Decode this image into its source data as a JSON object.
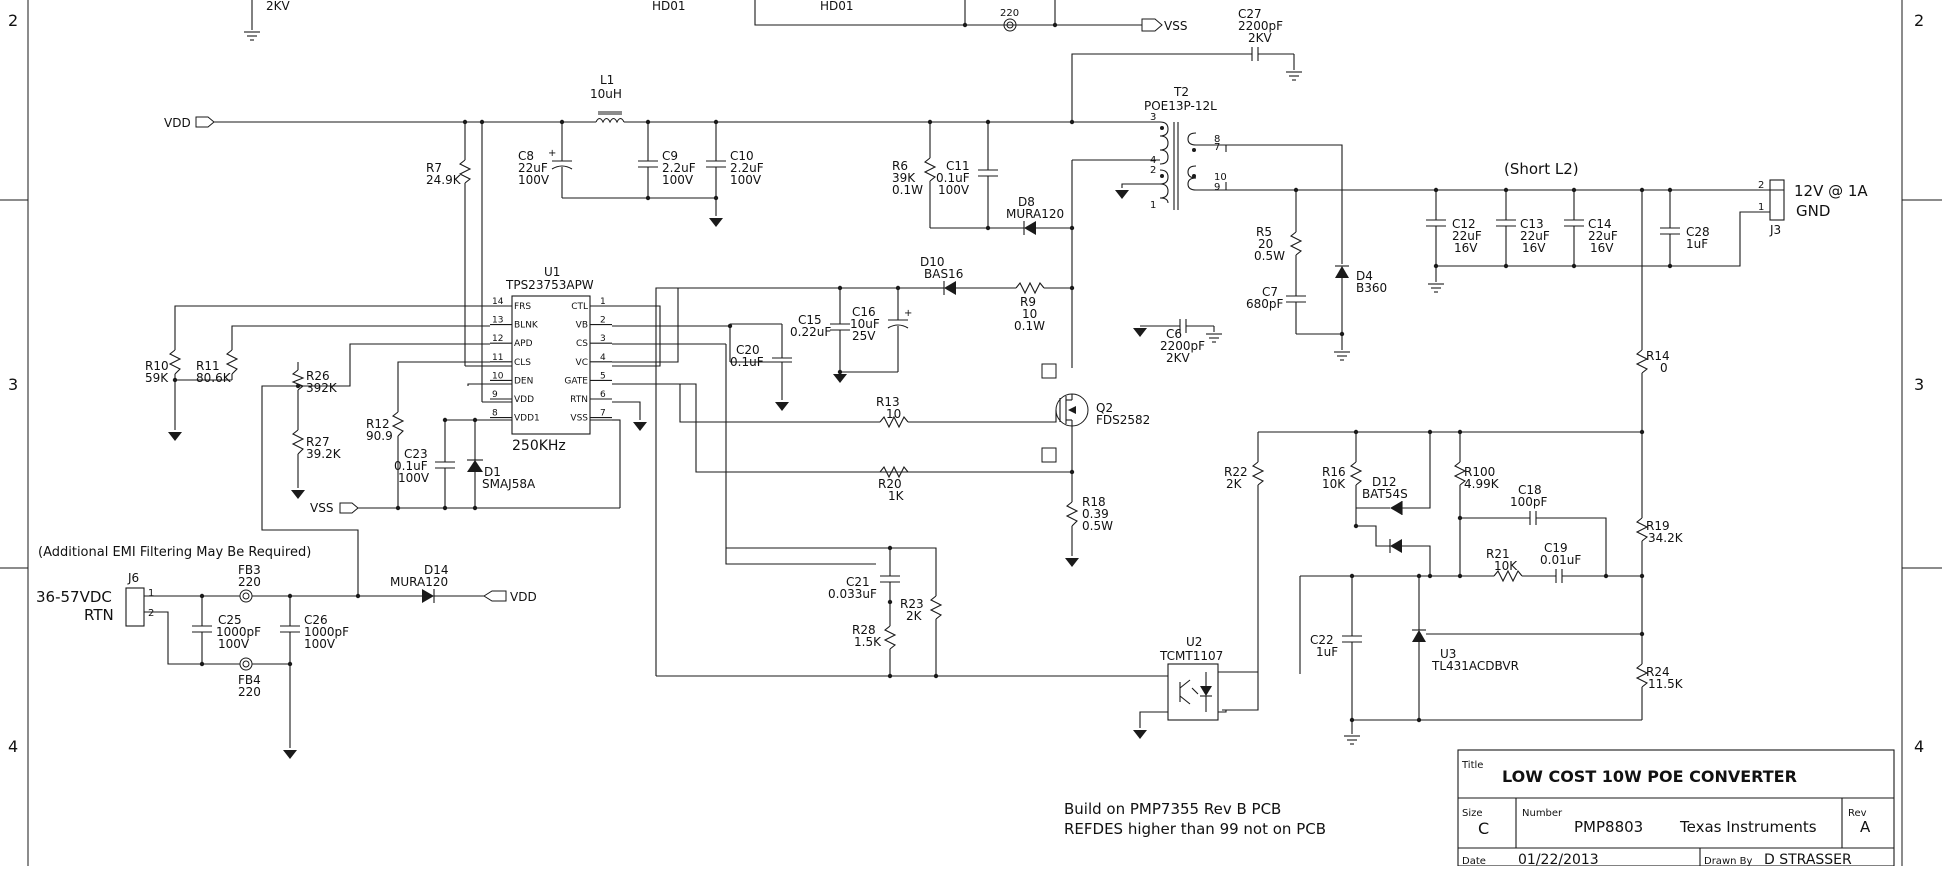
{
  "border": {
    "row_labels": {
      "2": "2",
      "3": "3",
      "4": "4"
    }
  },
  "nets": {
    "vdd": "VDD",
    "vss": "VSS"
  },
  "top_partial": {
    "hv": "2KV",
    "hd1": "HD01",
    "hd2": "HD01",
    "fb": "220"
  },
  "components": {
    "L1": [
      "L1",
      "10uH"
    ],
    "C8": [
      "C8",
      "22uF",
      "100V"
    ],
    "C9": [
      "C9",
      "2.2uF",
      "100V"
    ],
    "C10": [
      "C10",
      "2.2uF",
      "100V"
    ],
    "R7": [
      "R7",
      "24.9K"
    ],
    "R6": [
      "R6",
      "39K",
      "0.1W"
    ],
    "C11": [
      "C11",
      "0.1uF",
      "100V"
    ],
    "D8": [
      "D8",
      "MURA120"
    ],
    "C27": [
      "C27",
      "2200pF",
      "2KV"
    ],
    "T2": [
      "T2",
      "POE13P-12L"
    ],
    "short_l2": "(Short L2)",
    "J3_label": [
      "12V @ 1A",
      "GND"
    ],
    "J3": "J3",
    "C12": [
      "C12",
      "22uF",
      "16V"
    ],
    "C13": [
      "C13",
      "22uF",
      "16V"
    ],
    "C14": [
      "C14",
      "22uF",
      "16V"
    ],
    "C28": [
      "C28",
      "1uF"
    ],
    "R5": [
      "R5",
      "20",
      "0.5W"
    ],
    "C7": [
      "C7",
      "680pF"
    ],
    "D4": [
      "D4",
      "B360"
    ],
    "C6": [
      "C6",
      "2200pF",
      "2KV"
    ],
    "U1": [
      "U1",
      "TPS23753APW"
    ],
    "U1_freq": "250KHz",
    "U1_pins_left": [
      "FRS",
      "BLNK",
      "APD",
      "CLS",
      "DEN",
      "VDD",
      "VDD1"
    ],
    "U1_pins_left_num": [
      "14",
      "13",
      "12",
      "11",
      "10",
      "9",
      "8"
    ],
    "U1_pins_right": [
      "CTL",
      "VB",
      "CS",
      "VC",
      "GATE",
      "RTN",
      "VSS"
    ],
    "U1_pins_right_num": [
      "1",
      "2",
      "3",
      "4",
      "5",
      "6",
      "7"
    ],
    "R10": [
      "R10",
      "59K"
    ],
    "R11": [
      "R11",
      "80.6K"
    ],
    "R26": [
      "R26",
      "392K"
    ],
    "R27": [
      "R27",
      "39.2K"
    ],
    "R12": [
      "R12",
      "90.9"
    ],
    "C23": [
      "C23",
      "0.1uF",
      "100V"
    ],
    "D1": [
      "D1",
      "SMAJ58A"
    ],
    "D10": [
      "D10",
      "BAS16"
    ],
    "R9": [
      "R9",
      "10",
      "0.1W"
    ],
    "C15": [
      "C15",
      "0.22uF"
    ],
    "C16": [
      "C16",
      "10uF",
      "25V"
    ],
    "C20": [
      "C20",
      "0.1uF"
    ],
    "R13": [
      "R13",
      "10"
    ],
    "R20": [
      "R20",
      "1K"
    ],
    "Q2": [
      "Q2",
      "FDS2582"
    ],
    "R18": [
      "R18",
      "0.39",
      "0.5W"
    ],
    "R14": [
      "R14",
      "0"
    ],
    "R22": [
      "R22",
      "2K"
    ],
    "R16": [
      "R16",
      "10K"
    ],
    "D12": [
      "D12",
      "BAT54S"
    ],
    "R100": [
      "R100",
      "4.99K"
    ],
    "C18": [
      "C18",
      "100pF"
    ],
    "R21": [
      "R21",
      "10K"
    ],
    "C19": [
      "C19",
      "0.01uF"
    ],
    "R19": [
      "R19",
      "34.2K"
    ],
    "R24": [
      "R24",
      "11.5K"
    ],
    "C22": [
      "C22",
      "1uF"
    ],
    "U3": [
      "U3",
      "TL431ACDBVR"
    ],
    "U2": [
      "U2",
      "TCMT1107"
    ],
    "C21": [
      "C21",
      "0.033uF"
    ],
    "R23": [
      "R23",
      "2K"
    ],
    "R28": [
      "R28",
      "1.5K"
    ],
    "emi_note": "(Additional EMI Filtering May Be Required)",
    "J6": "J6",
    "J6_label": [
      "36-57VDC",
      "RTN"
    ],
    "FB3": [
      "FB3",
      "220"
    ],
    "FB4": [
      "FB4",
      "220"
    ],
    "C25": [
      "C25",
      "1000pF",
      "100V"
    ],
    "C26": [
      "C26",
      "1000pF",
      "100V"
    ],
    "D14": [
      "D14",
      "MURA120"
    ]
  },
  "notes": [
    "Build on PMP7355 Rev B PCB",
    "REFDES higher than 99 not on PCB"
  ],
  "title_block": {
    "title_label": "Title",
    "title": "LOW COST 10W POE CONVERTER",
    "size_label": "Size",
    "size": "C",
    "number_label": "Number",
    "number": "PMP8803",
    "company": "Texas Instruments",
    "rev_label": "Rev",
    "rev": "A",
    "date_label": "Date",
    "date": "01/22/2013",
    "drawn_label": "Drawn By",
    "drawn": "D STRASSER"
  }
}
